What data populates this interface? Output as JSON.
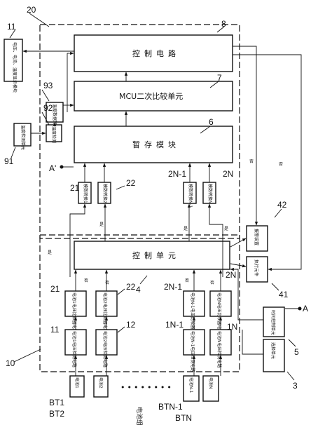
{
  "labels": {
    "control_circuit": "控制电路",
    "mcu_compare": "MCU二次比较单元",
    "temp_storage": "暂存模块",
    "control_unit": "控制单元",
    "ref_20": "20",
    "ref_10": "10",
    "ref_8": "8",
    "ref_7": "7",
    "ref_6": "6",
    "ref_4": "4",
    "ref_11_top": "11",
    "ref_93": "93",
    "ref_92": "92",
    "ref_91": "91",
    "ref_21a": "21",
    "ref_22a": "22",
    "ref_2N1a": "2N-1",
    "ref_2Na": "2N",
    "ref_21b": "21",
    "ref_22b": "22",
    "ref_2N1b": "2N-1",
    "ref_2Nb": "2N",
    "ref_11b": "11",
    "ref_12": "12",
    "ref_1N1": "1N-1",
    "ref_1N": "1N",
    "ref_42": "42",
    "ref_41": "41",
    "ref_5": "5",
    "ref_3": "3",
    "A_prime": "A'",
    "A": "A",
    "dots": "••••••••",
    "bt1": "BT1",
    "bt2": "BT2",
    "btn1": "BTN-1",
    "btn": "BTN",
    "battery_group": "电池组",
    "display_box": "电压、电流、温度显示模块",
    "temp_convert": "温度数据转换模块",
    "temp_detect": "温度检测",
    "temp_detect_unit": "温度检测单元",
    "trans1": "模数转换1",
    "trans2": "模数转换2",
    "transN1": "模数转换N-1",
    "transN": "模数转换N",
    "cmp1": "电池1电压比较器电路",
    "cmp2": "电池2电压比较器电路",
    "cmpN1": "电池N-1电压比较器电路",
    "cmpN": "电池N电压比较器电路",
    "det1": "电池1电压检测电路",
    "det2": "电池2电压检测电路",
    "detN1": "电池N-1电压检测电路",
    "detN": "电池N电压检测电路",
    "bat1": "电池1",
    "bat2": "电池2",
    "batN1": "电池N-1",
    "batN": "电池N",
    "alarm": "报警装置",
    "exec": "执行元件",
    "timer": "时间控制单元",
    "select": "选择单元",
    "no": "否",
    "yes": "是"
  }
}
